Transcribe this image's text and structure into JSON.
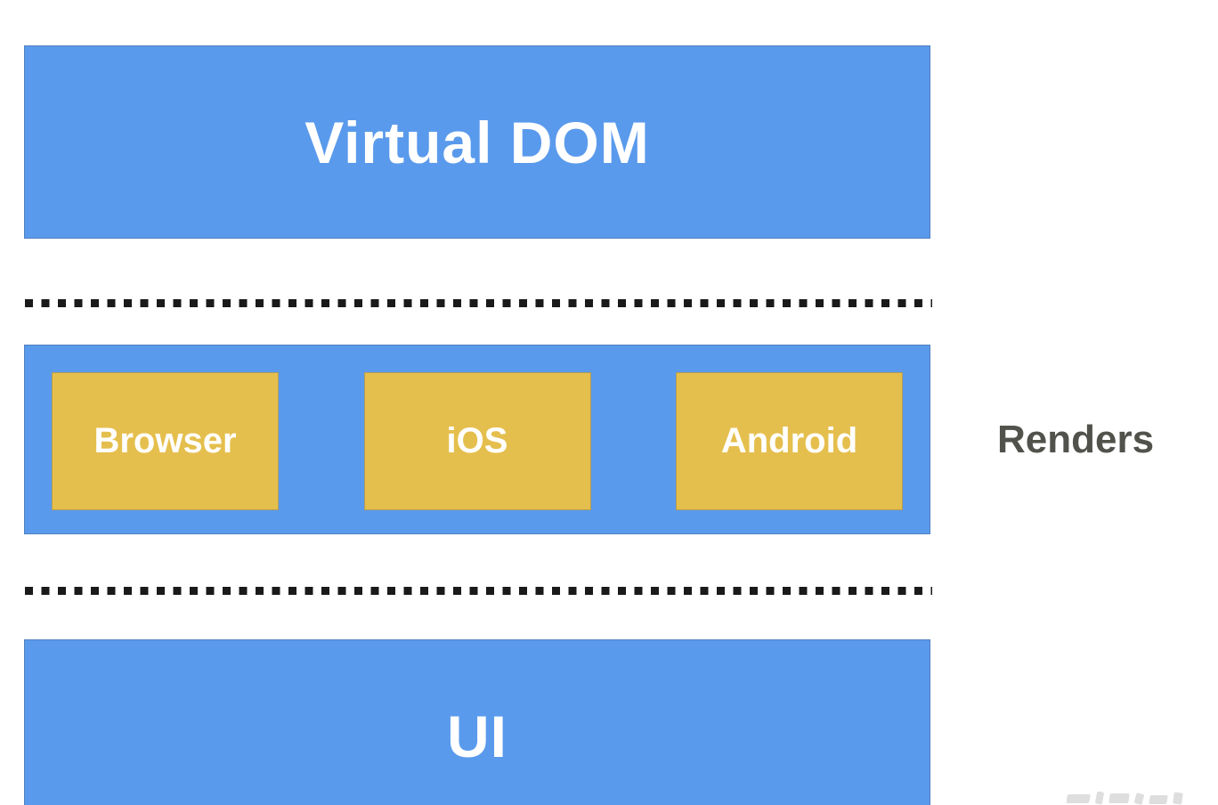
{
  "diagram": {
    "title_implicit": "React Virtual DOM rendering targets",
    "top_box": {
      "label": "Virtual DOM"
    },
    "middle_box": {
      "renderers": [
        {
          "label": "Browser"
        },
        {
          "label": "iOS"
        },
        {
          "label": "Android"
        }
      ],
      "side_label": "Renders"
    },
    "bottom_box": {
      "label": "UI"
    },
    "colors": {
      "box_blue": "#5A9AEC",
      "box_yellow": "#E5BF4D",
      "label_gray": "#52524C",
      "dash_black": "#1A1A1A",
      "text_white": "#FFFFFF"
    }
  }
}
